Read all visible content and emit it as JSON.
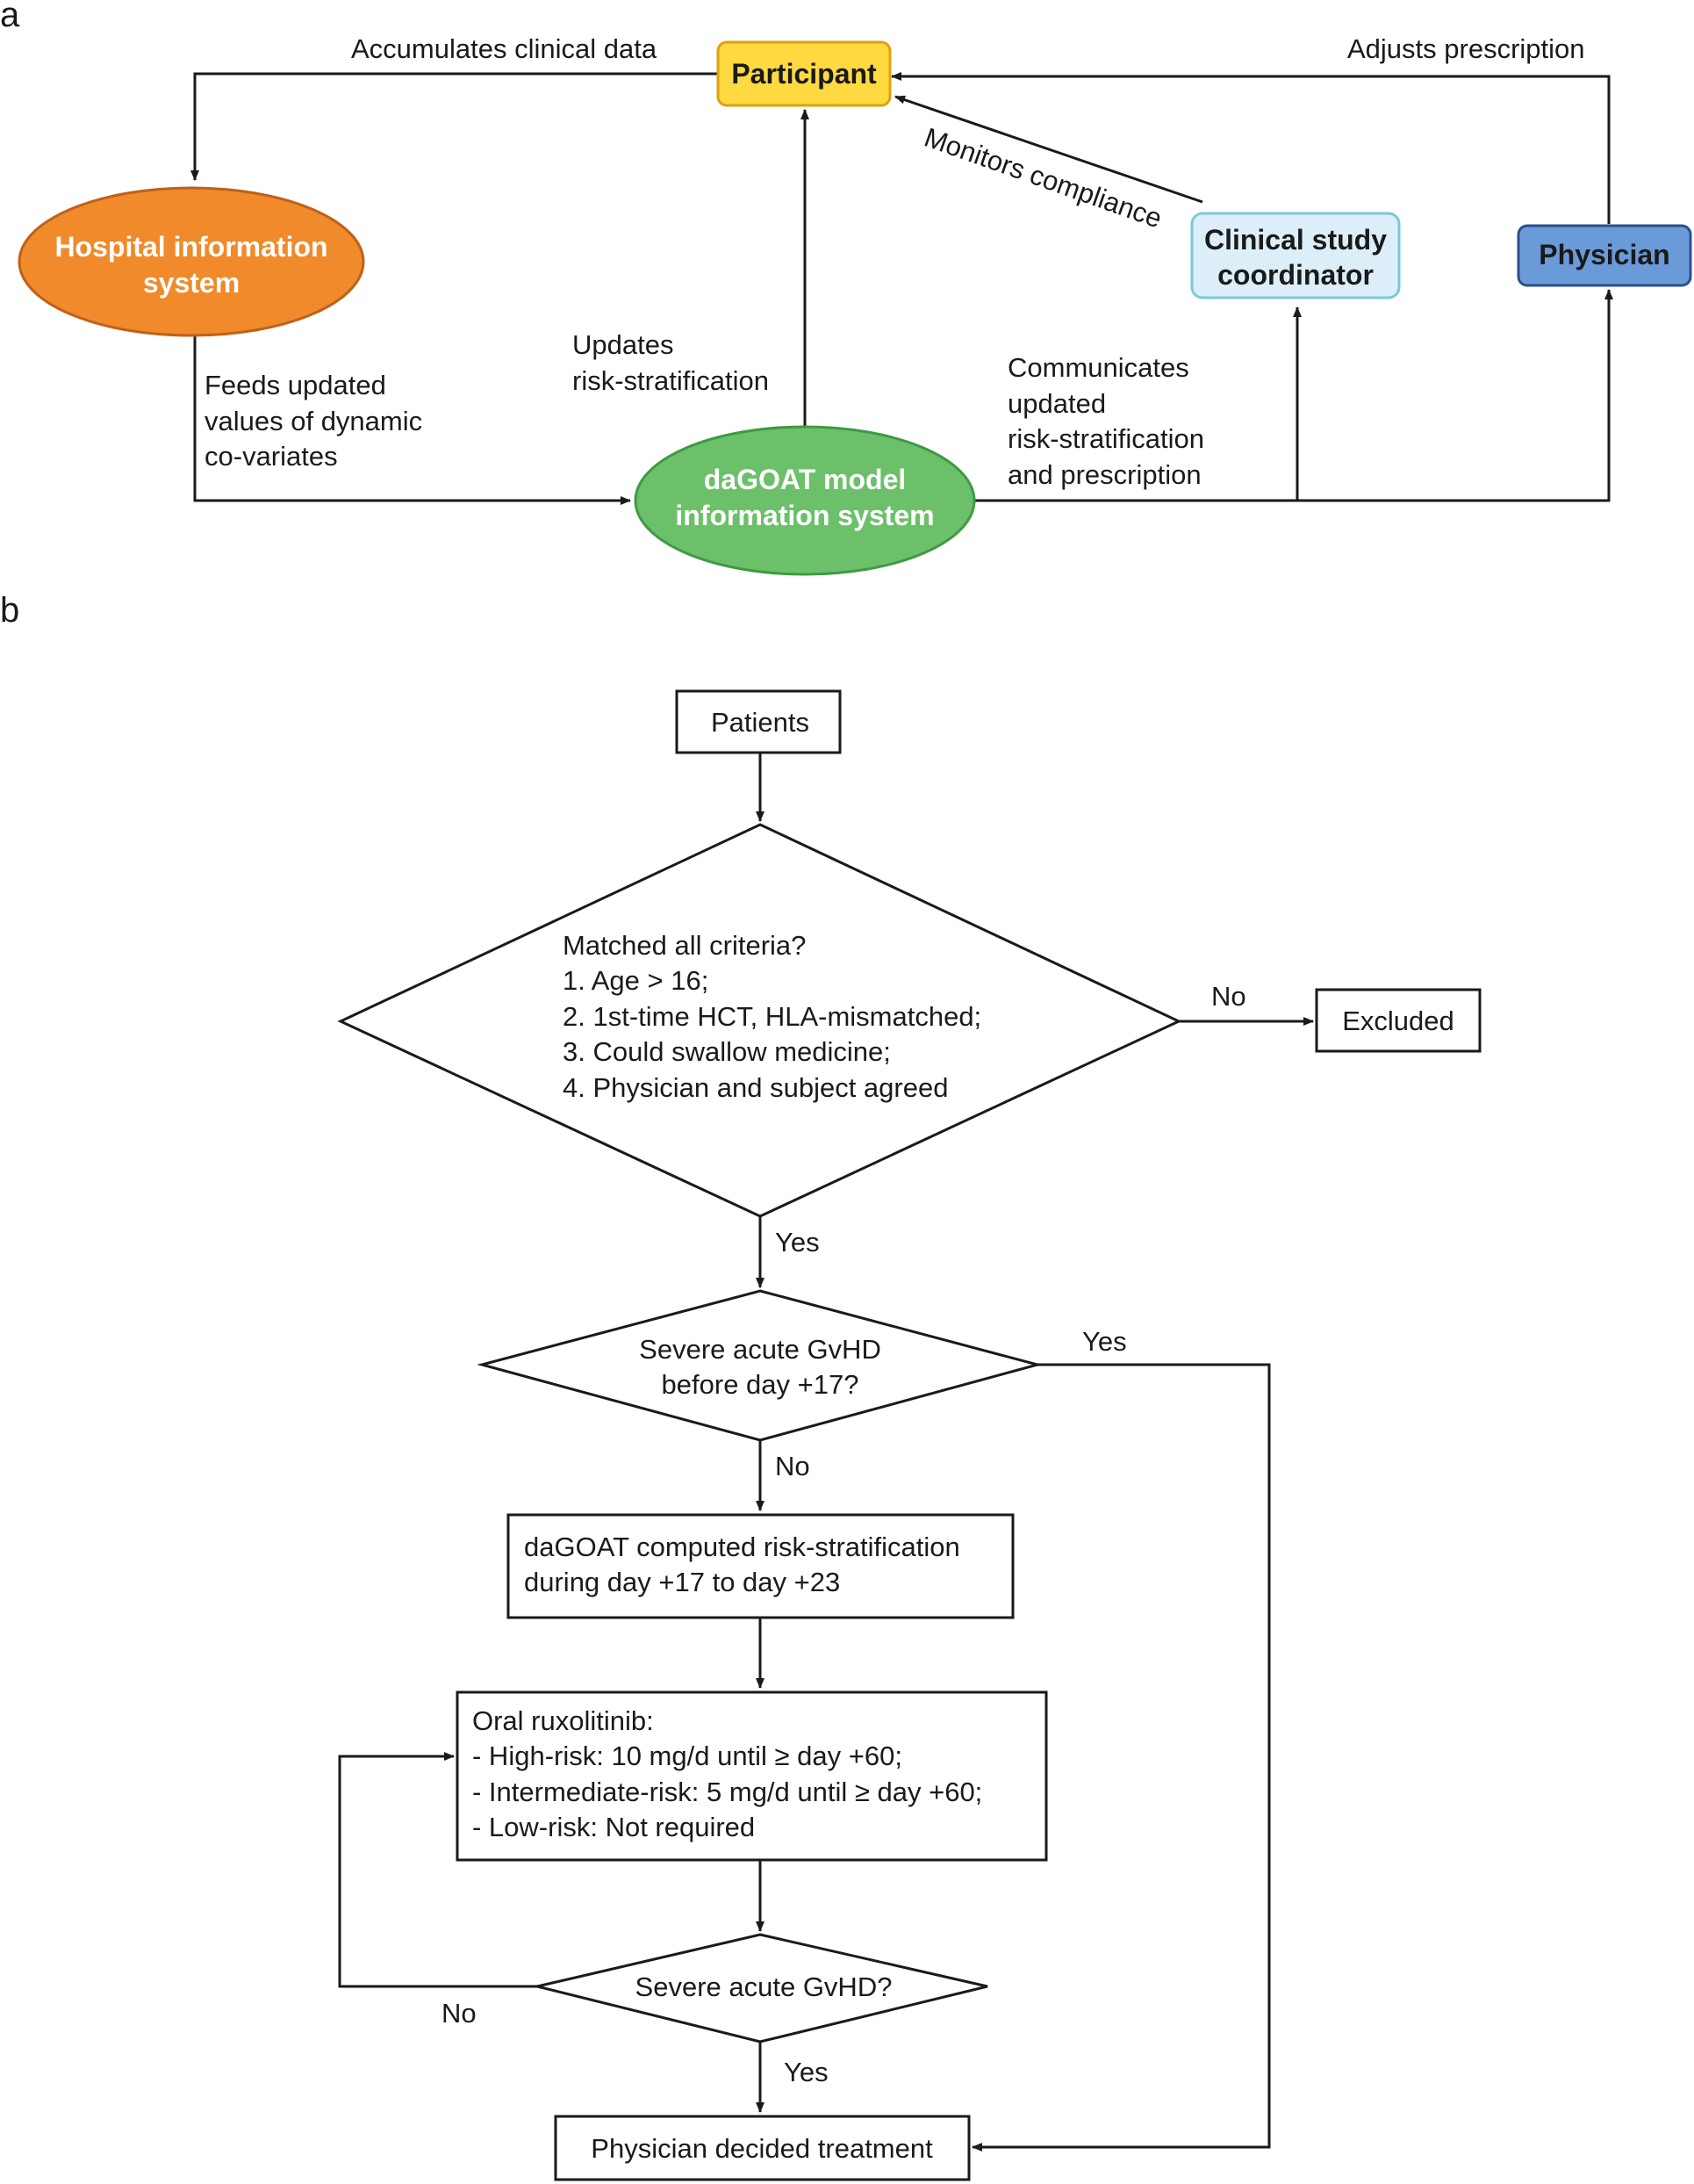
{
  "panel_a": {
    "letter": "a",
    "nodes": {
      "participant": {
        "label": "Participant",
        "fill": "#FFD940",
        "stroke": "#E0A010"
      },
      "his": {
        "lines": [
          "Hospital information",
          "system"
        ],
        "fill": "#F08A2A",
        "stroke": "#C0601A"
      },
      "dagoat": {
        "lines": [
          "daGOAT model",
          "information system"
        ],
        "fill": "#6CC06A",
        "stroke": "#3E9A44"
      },
      "coordinator": {
        "lines": [
          "Clinical study",
          "coordinator"
        ],
        "fill": "#DCEFF8",
        "stroke": "#7CC8DC"
      },
      "physician": {
        "label": "Physician",
        "fill": "#6A9BD8",
        "stroke": "#2C4F8E"
      }
    },
    "edge_labels": {
      "accumulates": "Accumulates clinical data",
      "adjusts": "Adjusts prescription",
      "monitors": "Monitors compliance",
      "updates": [
        "Updates",
        "risk-stratification"
      ],
      "feeds": [
        "Feeds updated",
        "values of dynamic",
        "co-variates"
      ],
      "communicates": [
        "Communicates",
        "updated",
        "risk-stratification",
        "and prescription"
      ]
    }
  },
  "panel_b": {
    "letter": "b",
    "patients": "Patients",
    "criteria": [
      "Matched all criteria?",
      "1. Age > 16;",
      "2. 1st-time HCT, HLA-mismatched;",
      "3. Could swallow medicine;",
      "4. Physician and subject agreed"
    ],
    "excluded": "Excluded",
    "no_criteria": "No",
    "yes_criteria": "Yes",
    "severe_early": [
      "Severe acute GvHD",
      "before day +17?"
    ],
    "yes_early": "Yes",
    "no_early": "No",
    "computed": [
      "daGOAT computed risk-stratification",
      "during day +17 to day +23"
    ],
    "ruxolitinib": [
      "Oral ruxolitinib:",
      "- High-risk: 10 mg/d until ≥ day +60;",
      "- Intermediate-risk: 5 mg/d until ≥ day +60;",
      "- Low-risk: Not required"
    ],
    "severe_late": "Severe acute GvHD?",
    "no_late": "No",
    "yes_late": "Yes",
    "decided": "Physician decided treatment"
  }
}
